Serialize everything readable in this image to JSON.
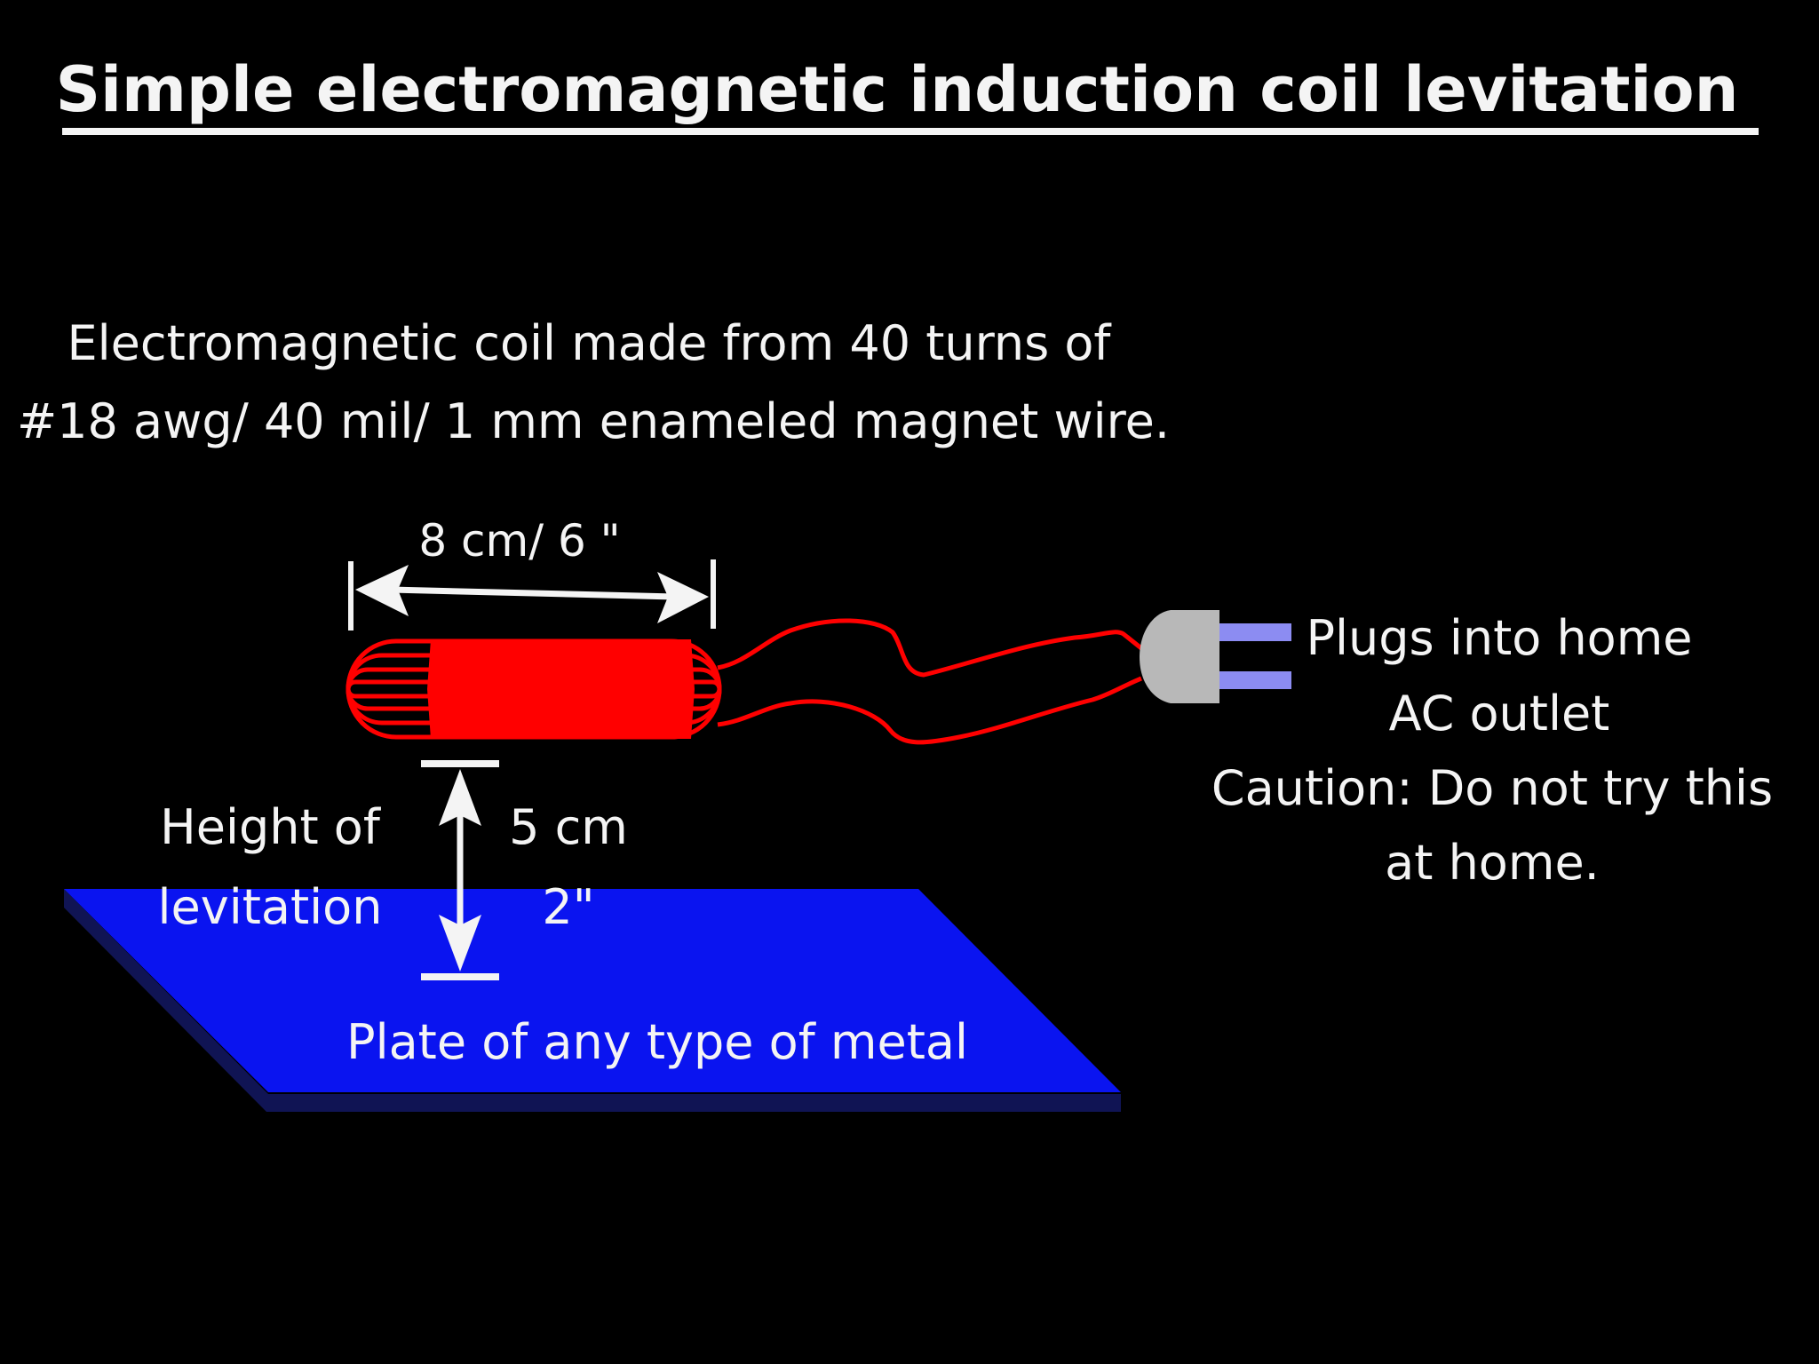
{
  "title": "Simple electromagnetic induction coil levitation",
  "coil_description": {
    "line1": "Electromagnetic coil made from 40 turns of",
    "line2": "#18 awg/ 40 mil/ 1 mm enameled magnet wire."
  },
  "coil_length_label": "8 cm/ 6 \"",
  "height_label": {
    "line1": "Height of",
    "line2": "levitation"
  },
  "height_value": {
    "line1": "5 cm",
    "line2": "2\""
  },
  "plate_label": "Plate of any type of metal",
  "plug_note": {
    "line1": "Plugs into home",
    "line2": "AC outlet",
    "line3": "Caution: Do not try this",
    "line4": "at home."
  },
  "colors": {
    "background": "#000000",
    "text": "#f4f4f4",
    "coil": "#ff0000",
    "plate": "#0a14f0",
    "plate_edge": "#101454",
    "plug_body": "#b8b8b8",
    "plug_prongs": "#8c8cf2"
  }
}
